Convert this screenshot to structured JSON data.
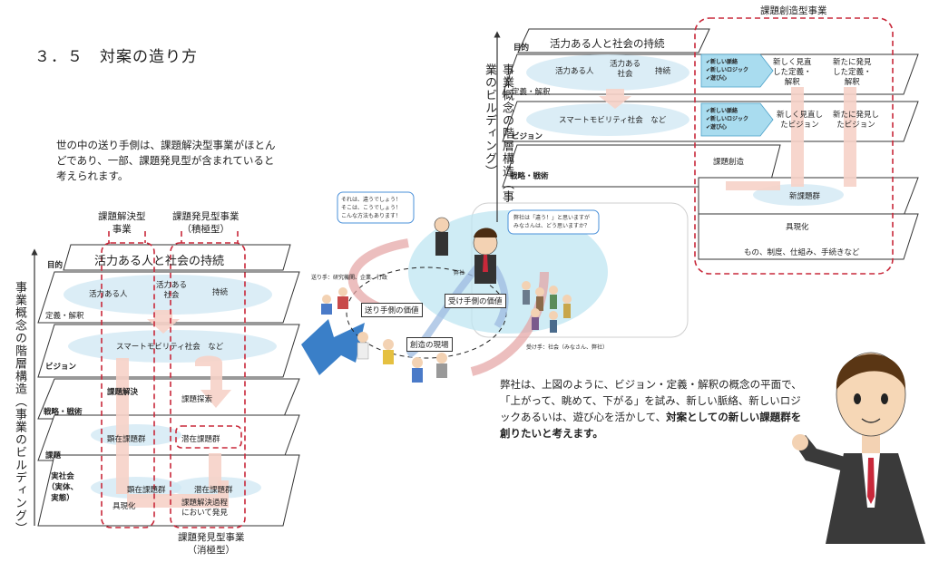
{
  "heading": "３．５　対案の造り方",
  "intro": "世の中の送り手側は、課題解決型事業がほとんどであり、一部、課題発見型が含まれていると考えられます。",
  "left": {
    "cat_solve": "課題解決型\n事業",
    "cat_find_active": "課題発見型事業\n（積極型）",
    "cat_find_passive": "課題発見型事業\n（消極型）",
    "vertical": "事業概念の階層構造（事業のビルディング）",
    "levels": {
      "purpose": "目的",
      "definition": "定義・解釈",
      "vision": "ビジョン",
      "strategy": "戦略・戦術",
      "issue": "課題",
      "real": "実社会\n（実体、\n実態）"
    },
    "top_bar": "活力ある人と社会の持続",
    "p_people": "活力ある人",
    "p_society": "活力ある\n社会",
    "p_sustain": "持続",
    "smart": "スマートモビリティ社会　など",
    "solve": "課題解決",
    "explore": "課題探索",
    "manifest_group": "顕在課題群",
    "latent_group": "潜在課題群",
    "manifest_issue": "顕在課題群",
    "latent_issue": "潜在課題群",
    "realize": "具現化",
    "found": "課題解決過程\nにおいて発見"
  },
  "center": {
    "bubble_left": "それは、違うでしょう！\nそこは、こうでしょう！\nこんな方法もあります！",
    "bubble_right": "弊社は「違う！」と思いますが\nみなさんは、どう思いますか？",
    "company": "弊社",
    "sender": "送り手：研究機関、企業、行政",
    "receiver": "受け手：社会（みなさん、弊社）",
    "sender_value": "送り手側の価値",
    "receiver_value": "受け手側の価値",
    "field": "創造の現場"
  },
  "right": {
    "title": "課題創造型事業",
    "vertical": "事業概念の階層構造（事業のビルディング）",
    "levels": {
      "purpose": "目的",
      "definition": "定義・解釈",
      "vision": "ビジョン",
      "strategy": "戦略・戦術"
    },
    "top_bar": "活力ある人と社会の持続",
    "p_people": "活力ある人",
    "p_society": "活力ある\n社会",
    "p_sustain": "持続",
    "smart": "スマートモビリティ社会　など",
    "checks_top": "✔新しい脈絡\n✔新しいロジック\n✔遊び心",
    "checks_mid": "✔新しい脈絡\n✔新しいロジック\n✔遊び心",
    "new_def_1": "新しく見直\nした定義・\n解釈",
    "new_def_2": "新たに発見\nした定義・\n解釈",
    "new_vis_1": "新しく見直し\nたビジョン",
    "new_vis_2": "新たに発見し\nたビジョン",
    "issue_create": "課題創造",
    "new_issues": "新課題群",
    "realize": "具現化",
    "things": "もの、制度、仕組み、手続きなど"
  },
  "body2_normal": "弊社は、上図のように、ビジョン・定義・解釈の概念の平面で、「上がって、眺めて、下がる」を試み、新しい脈絡、新しいロジックあるいは、遊び心を活かして、",
  "body2_bold": "対案としての新しい課題群を創りたいと考えます。",
  "colors": {
    "accent_red": "#c8283a",
    "arrow_blue": "#3a7fc8",
    "puzzle": "#cfe7f3"
  }
}
